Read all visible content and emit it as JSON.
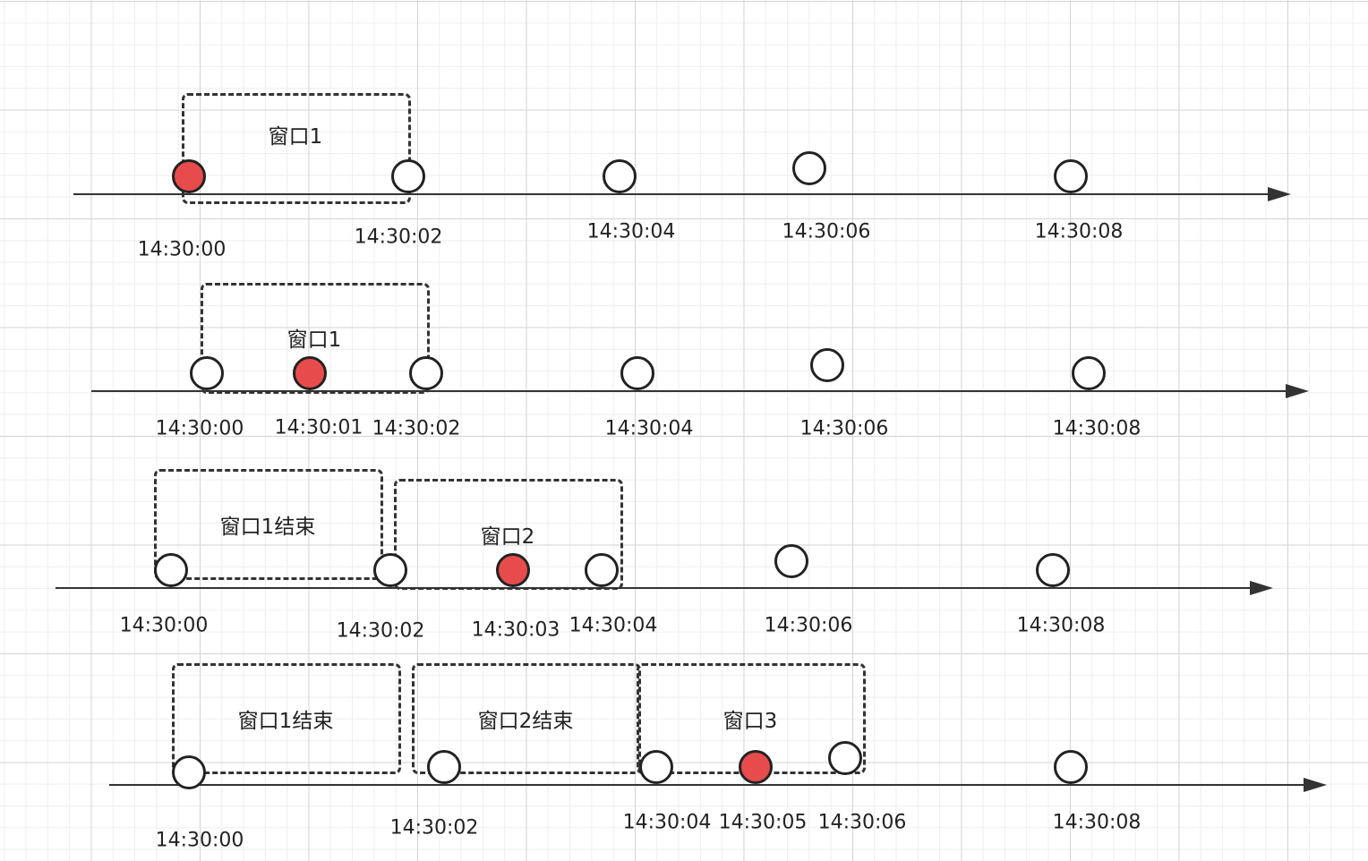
{
  "colors": {
    "line": "#333333",
    "event": "#e84b4b",
    "point": "#ffffff",
    "grid": "#d4d4d4"
  },
  "rows": [
    {
      "windows": [
        {
          "label": "窗口1"
        }
      ],
      "points": [
        {
          "highlight": true
        },
        {
          "highlight": false
        },
        {
          "highlight": false
        },
        {
          "highlight": false
        },
        {
          "highlight": false
        }
      ],
      "labels": [
        "14:30:00",
        "14:30:02",
        "14:30:04",
        "14:30:06",
        "14:30:08"
      ]
    },
    {
      "windows": [
        {
          "label": "窗口1"
        }
      ],
      "points": [
        {
          "highlight": false
        },
        {
          "highlight": true
        },
        {
          "highlight": false
        },
        {
          "highlight": false
        },
        {
          "highlight": false
        },
        {
          "highlight": false
        }
      ],
      "labels": [
        "14:30:00",
        "14:30:01",
        "14:30:02",
        "14:30:04",
        "14:30:06",
        "14:30:08"
      ]
    },
    {
      "windows": [
        {
          "label": "窗口1结束"
        },
        {
          "label": "窗口2"
        }
      ],
      "points": [
        {
          "highlight": false
        },
        {
          "highlight": false
        },
        {
          "highlight": true
        },
        {
          "highlight": false
        },
        {
          "highlight": false
        },
        {
          "highlight": false
        }
      ],
      "labels": [
        "14:30:00",
        "14:30:02",
        "14:30:03",
        "14:30:04",
        "14:30:06",
        "14:30:08"
      ]
    },
    {
      "windows": [
        {
          "label": "窗口1结束"
        },
        {
          "label": "窗口2结束"
        },
        {
          "label": "窗口3"
        }
      ],
      "points": [
        {
          "highlight": false
        },
        {
          "highlight": false
        },
        {
          "highlight": false
        },
        {
          "highlight": true
        },
        {
          "highlight": false
        },
        {
          "highlight": false
        }
      ],
      "labels": [
        "14:30:00",
        "14:30:02",
        "14:30:04",
        "14:30:05",
        "14:30:06",
        "14:30:08"
      ]
    }
  ]
}
